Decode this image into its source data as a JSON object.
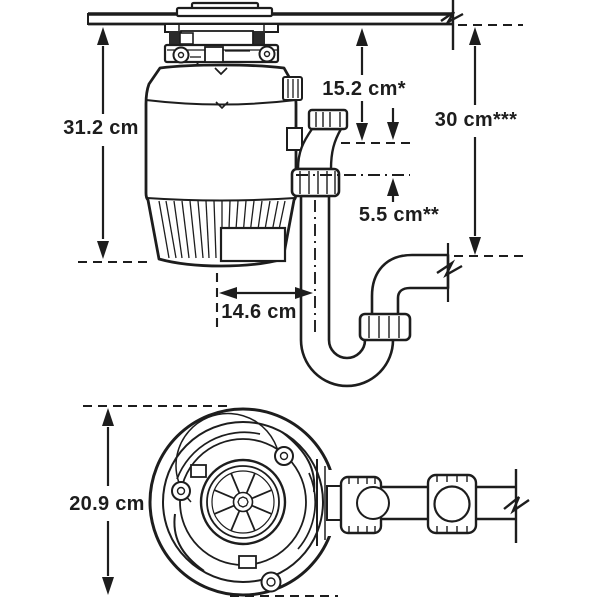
{
  "side_view": {
    "overall_height": "31.2 cm",
    "counter_to_discharge": "15.2 cm*",
    "counter_to_trap_outlet": "30 cm***",
    "discharge_drop": "5.5 cm**",
    "center_to_trap": "14.6 cm"
  },
  "top_view": {
    "diameter": "20.9 cm"
  },
  "colors": {
    "line": "#1d1d1d",
    "background": "#ffffff"
  }
}
